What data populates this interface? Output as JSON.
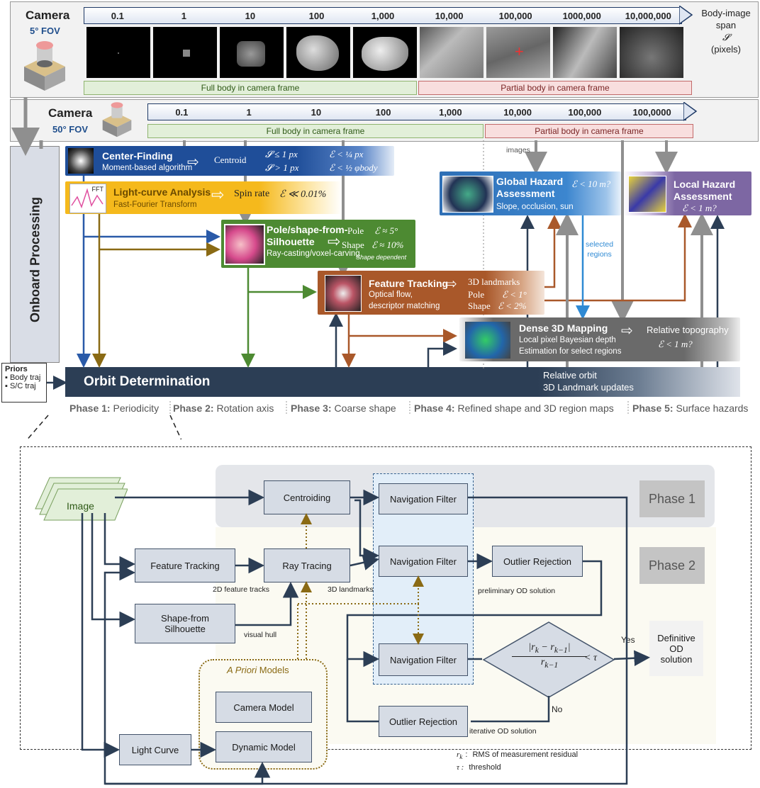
{
  "top": {
    "camera1": {
      "title": "Camera",
      "fov": "5° FOV"
    },
    "camera1_scale": [
      "0.1",
      "1",
      "10",
      "100",
      "1,000",
      "10,000",
      "100,000",
      "1000,000",
      "10,000,000"
    ],
    "body_span_label": [
      "Body-image",
      "span",
      "𝓢",
      "(pixels)"
    ],
    "band_full": "Full body in camera frame",
    "band_partial": "Partial body in camera frame",
    "camera2": {
      "title": "Camera",
      "fov": "50° FOV"
    },
    "camera2_scale": [
      "0.1",
      "1",
      "10",
      "100",
      "1,000",
      "10,000",
      "100,000",
      "100,0000"
    ],
    "band2_full": "Full body in camera frame",
    "band2_partial": "Partial body in camera frame"
  },
  "onboard": {
    "label": "Onboard Processing"
  },
  "priors": {
    "title": "Priors",
    "items": [
      "▪ Body traj",
      "▪ S/C traj"
    ]
  },
  "processes": {
    "center": {
      "title": "Center-Finding",
      "sub": "Moment-based  algorithm",
      "arrow_label": "Centroid",
      "cond1": "𝓢 ≤ 1 px",
      "err1": "ℰ < ¼ px",
      "cond2": "𝓢 > 1 px",
      "err2": "ℰ < ½ φbody"
    },
    "light": {
      "title": "Light-curve Analysis",
      "sub": "Fast-Fourier Transform",
      "arrow_label": "Spin rate",
      "err": "ℰ ≪ 0.01%",
      "fft": "FFT"
    },
    "pole": {
      "title": "Pole/shape-from-",
      "title2": "Silhouette",
      "sub": "Ray-casting/voxel-carving",
      "pole": "Pole",
      "pole_err": "ℰ ≈ 5°",
      "shape": "Shape",
      "shape_err": "ℰ ≈ 10%",
      "note": "Shape dependent"
    },
    "feature": {
      "title": "Feature Tracking",
      "sub1": "Optical flow,",
      "sub2": "descriptor matching",
      "out1": "3D landmarks",
      "pole": "Pole",
      "pole_err": "ℰ < 1°",
      "shape": "Shape",
      "shape_err": "ℰ < 2%"
    },
    "global": {
      "title": "Global Hazard",
      "title2": "Assessment",
      "sub": "Slope, occlusion, sun",
      "err": "ℰ < 10 m?"
    },
    "local": {
      "title": "Local Hazard",
      "title2": "Assessment",
      "err": "ℰ < 1 m?"
    },
    "dense": {
      "title": "Dense 3D Mapping",
      "sub1": "Local pixel Bayesian depth",
      "sub2": "Estimation for select regions",
      "out": "Relative topography",
      "err": "ℰ < 1 m?"
    }
  },
  "labels": {
    "images": "images",
    "selected": "selected",
    "regions": "regions"
  },
  "orbit": {
    "title": "Orbit Determination",
    "right1": "Relative orbit",
    "right2": "3D Landmark updates"
  },
  "phases": [
    {
      "b": "Phase 1:",
      "t": " Periodicity"
    },
    {
      "b": "Phase 2:",
      "t": " Rotation axis"
    },
    {
      "b": "Phase 3:",
      "t": " Coarse shape"
    },
    {
      "b": "Phase 4:",
      "t": " Refined shape and 3D region maps"
    },
    {
      "b": "Phase 5:",
      "t": " Surface hazards"
    }
  ],
  "flow": {
    "image": "Image",
    "centroiding": "Centroiding",
    "nav1": "Navigation Filter",
    "phase1": "Phase 1",
    "phase2": "Phase 2",
    "feature_tracking": "Feature Tracking",
    "ray_tracing": "Ray Tracing",
    "nav2": "Navigation Filter",
    "outlier1": "Outlier Rejection",
    "tracks": "2D feature tracks",
    "landmarks3d": "3D landmarks",
    "prelim": "preliminary OD solution",
    "shape": "Shape-from Silhouette",
    "visual_hull": "visual hull",
    "nav3": "Navigation Filter",
    "criterion_num": "|r",
    "yes": "Yes",
    "no": "No",
    "definitive": "Definitive OD solution",
    "apriori_italic": "A Priori",
    "apriori_rest": " Models",
    "camera_model": "Camera Model",
    "dynamic_model": "Dynamic Model",
    "outlier2": "Outlier Rejection",
    "iterative": "iterative OD solution",
    "light_curve": "Light Curve",
    "rk_sym": "r",
    "rk_desc": "RMS of measurement residual",
    "tau_sym": "τ :",
    "tau_desc": "threshold"
  },
  "colors": {
    "blue": "#2a5aa8",
    "yellow": "#f0b929",
    "green": "#4d8a32",
    "brown": "#a9582a",
    "darkblue": "#2c3e55",
    "purple": "#7d67a3",
    "gray": "#8f8f8f"
  }
}
